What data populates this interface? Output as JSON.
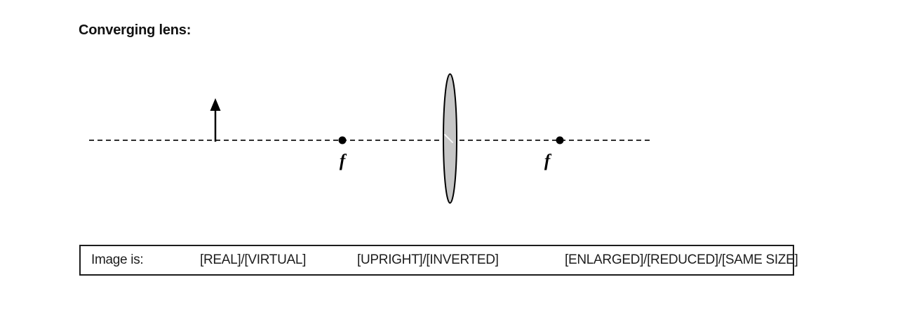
{
  "title": "Converging lens:",
  "diagram": {
    "focal_left_label": "f",
    "focal_right_label": "f",
    "colors": {
      "axis": "#2f2f2f",
      "ink": "#000000",
      "lens_fill": "#c6c6c6",
      "lens_stroke": "#000000"
    }
  },
  "answer_box": {
    "prompt": "Image is:",
    "options": [
      "[REAL]/[VIRTUAL]",
      "[UPRIGHT]/[INVERTED]",
      "[ENLARGED]/[REDUCED]/[SAME SIZE]"
    ]
  }
}
